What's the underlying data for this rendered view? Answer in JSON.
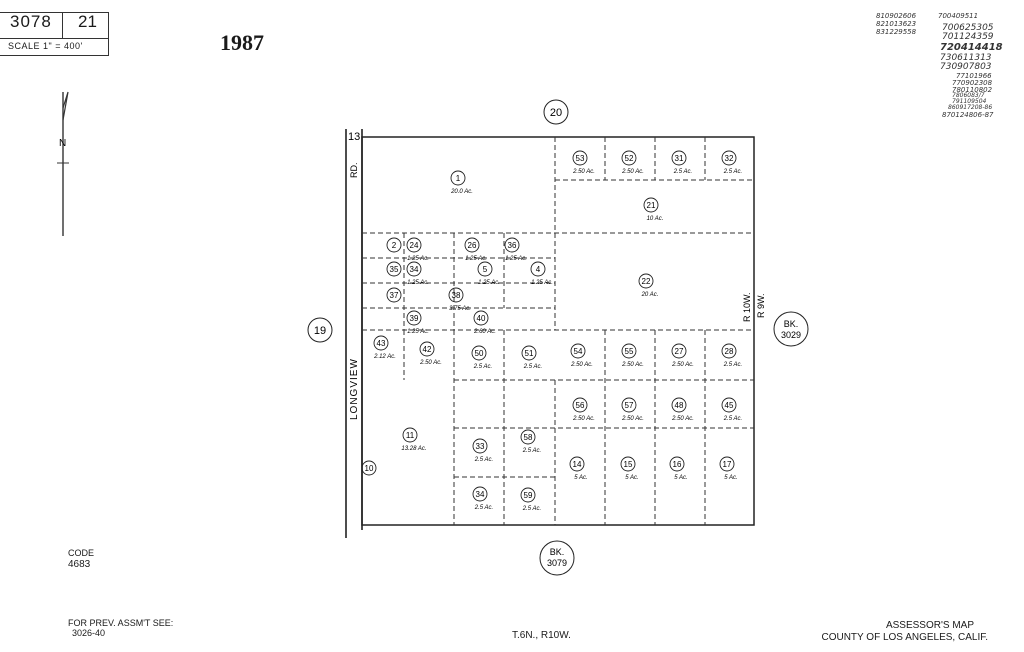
{
  "header": {
    "book": "3078",
    "page": "21",
    "scale": "SCALE 1\" = 400'",
    "year": "1987"
  },
  "doc_numbers": [
    {
      "text": "810902606"
    },
    {
      "text": "700409511"
    },
    {
      "text": "821013623"
    },
    {
      "text": "700625305"
    },
    {
      "text": "831229558"
    },
    {
      "text": "701124359"
    },
    {
      "text": "720414418"
    },
    {
      "text": "730611313"
    },
    {
      "text": "730907803"
    },
    {
      "text": "77101966"
    },
    {
      "text": "770902308"
    },
    {
      "text": "780110802"
    },
    {
      "text": "7806083/7"
    },
    {
      "text": "791109504"
    },
    {
      "text": "860917208-86"
    },
    {
      "text": "870124806-87"
    }
  ],
  "north_label": "N",
  "adjacent_pages": {
    "top": "20",
    "left": "19",
    "right_book": "BK.",
    "right_page": "3029",
    "bottom_book": "BK.",
    "bottom_page": "3079"
  },
  "roads": {
    "rd_label": "RD.",
    "street": "LONGVIEW",
    "corner": "13"
  },
  "range_labels": {
    "r10w": "R 10W.",
    "r9w": "R 9W."
  },
  "parcels": [
    {
      "id": "1",
      "area": "20.0 Ac."
    },
    {
      "id": "53",
      "area": "2.50 Ac."
    },
    {
      "id": "52",
      "area": "2.50 Ac."
    },
    {
      "id": "31",
      "area": "2.5 Ac."
    },
    {
      "id": "32",
      "area": "2.5 Ac."
    },
    {
      "id": "21",
      "area": "10 Ac."
    },
    {
      "id": "2",
      "area": ""
    },
    {
      "id": "24",
      "area": "1.25 Ac."
    },
    {
      "id": "26",
      "area": "1.25 Ac."
    },
    {
      "id": "36",
      "area": "1.25 Ac."
    },
    {
      "id": "35",
      "area": ""
    },
    {
      "id": "34",
      "area": "1.25 Ac."
    },
    {
      "id": "5",
      "area": "1.25 Ac."
    },
    {
      "id": "4",
      "area": "1.25 Ac."
    },
    {
      "id": "22",
      "area": "20 Ac."
    },
    {
      "id": "37",
      "area": ""
    },
    {
      "id": "38",
      "area": "3.75 Ac."
    },
    {
      "id": "39",
      "area": "1.25 Ac."
    },
    {
      "id": "40",
      "area": "2.60 Ac."
    },
    {
      "id": "43",
      "area": "2.12 Ac."
    },
    {
      "id": "42",
      "area": "2.50 Ac."
    },
    {
      "id": "50",
      "area": "2.5 Ac."
    },
    {
      "id": "51",
      "area": "2.5 Ac."
    },
    {
      "id": "54",
      "area": "2.50 Ac."
    },
    {
      "id": "55",
      "area": "2.50 Ac."
    },
    {
      "id": "27",
      "area": "2.50 Ac."
    },
    {
      "id": "28",
      "area": "2.5 Ac."
    },
    {
      "id": "56",
      "area": "2.50 Ac."
    },
    {
      "id": "57",
      "area": "2.50 Ac."
    },
    {
      "id": "48",
      "area": "2.50 Ac."
    },
    {
      "id": "45",
      "area": "2.5 Ac."
    },
    {
      "id": "11",
      "area": "13.28 Ac."
    },
    {
      "id": "33",
      "area": "2.5 Ac."
    },
    {
      "id": "58",
      "area": "2.5 Ac."
    },
    {
      "id": "14",
      "area": "5 Ac."
    },
    {
      "id": "15",
      "area": "5 Ac."
    },
    {
      "id": "16",
      "area": "5 Ac."
    },
    {
      "id": "17",
      "area": "5 Ac."
    },
    {
      "id": "10",
      "area": ""
    },
    {
      "id": "34",
      "area": "2.5 Ac."
    },
    {
      "id": "59",
      "area": "2.5 Ac."
    }
  ],
  "footer": {
    "code_label": "CODE",
    "code_value": "4683",
    "prev_label": "FOR PREV. ASSM'T SEE:",
    "prev_value": "3026-40",
    "township": "T.6N., R10W.",
    "title_line1": "ASSESSOR'S MAP",
    "title_line2": "COUNTY OF LOS ANGELES, CALIF."
  }
}
